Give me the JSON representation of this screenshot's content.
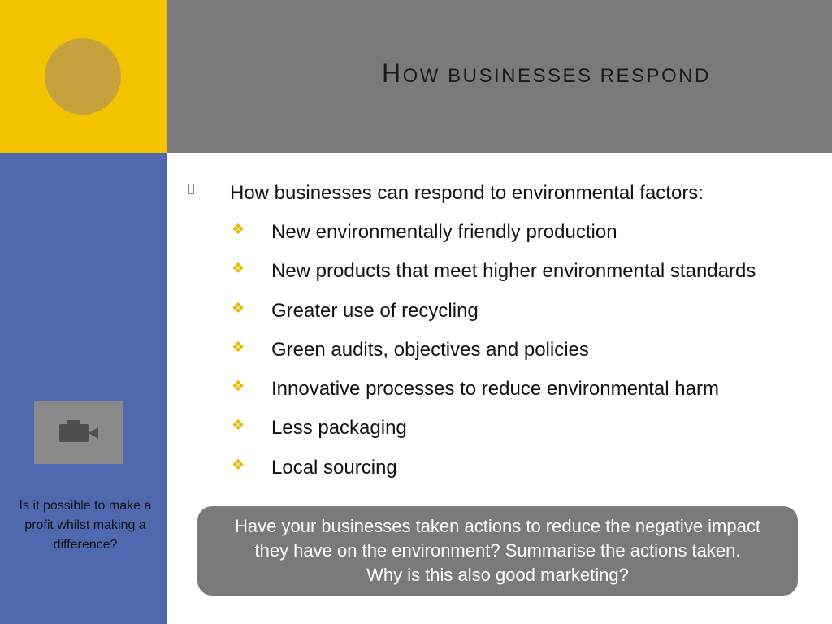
{
  "header": {
    "title_first_letter": "H",
    "title_rest": "OW BUSINESSES RESPOND"
  },
  "colors": {
    "yellow_block": "#f3c300",
    "circle": "#c6a23c",
    "header_gray": "#7a7a7a",
    "side_blue": "#5068b0",
    "bullet_gold": "#e6b800"
  },
  "media": {
    "icon": "video-camera-icon"
  },
  "sidebar": {
    "question": "Is it possible to make a profit whilst making a difference?"
  },
  "content": {
    "main_bullet": "How businesses can respond to environmental factors:",
    "sub_bullets": [
      "New environmentally friendly production",
      "New products that meet higher environmental standards",
      "Greater use of recycling",
      "Green audits, objectives and policies",
      "Innovative processes to reduce environmental harm",
      "Less packaging",
      "Local sourcing"
    ]
  },
  "callout": {
    "line1": "Have your businesses taken actions to reduce the negative impact",
    "line2": "they have on the environment? Summarise the actions taken.",
    "line3": "Why is this also good marketing?"
  }
}
